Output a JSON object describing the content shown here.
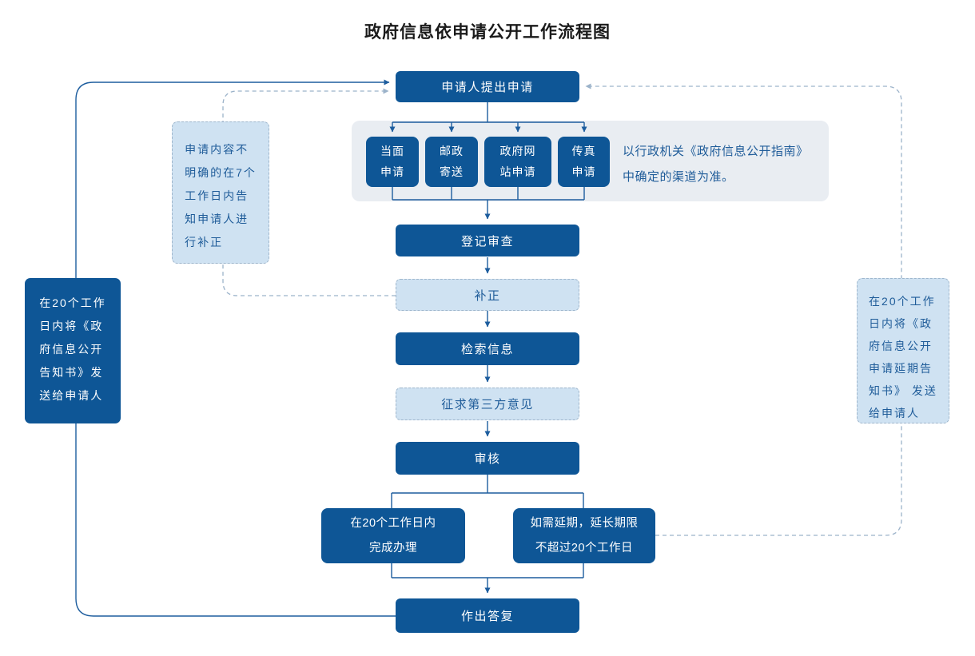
{
  "title": "政府信息依申请公开工作流程图",
  "colors": {
    "node_fill": "#0e5696",
    "node_text": "#ffffff",
    "soft_fill": "#cfe2f2",
    "soft_border": "#9fb6cc",
    "soft_text": "#1f5c99",
    "group_fill": "#e9edf2",
    "solid_line": "#1d5d9e",
    "dashed_line": "#9cb3ca"
  },
  "nodes": {
    "apply": "申请人提出申请",
    "register": "登记审查",
    "correction": "补正",
    "search": "检索信息",
    "third_party": "征求第三方意见",
    "review": "审核",
    "reply": "作出答复",
    "complete": [
      "在20个工作日内",
      "完成办理"
    ],
    "extend": [
      "如需延期，延长期限",
      "不超过20个工作日"
    ],
    "channels": [
      [
        "当面",
        "申请"
      ],
      [
        "邮政",
        "寄送"
      ],
      [
        "政府网",
        "站申请"
      ],
      [
        "传真",
        "申请"
      ]
    ],
    "channels_note": [
      "以行政机关《政府信息公开指南》",
      "中确定的渠道为准。"
    ],
    "left_correction_note": [
      "申请内容不",
      "明确的在7个",
      "工作日内告",
      "知申请人进",
      "行补正"
    ],
    "left_notice": [
      "在20个工作",
      "日内将《政",
      "府信息公开",
      "告知书》发",
      "送给申请人"
    ],
    "right_extension_note": [
      "在20个工作",
      "日内将《政",
      "府信息公开",
      "申请延期告",
      "知书》 发送",
      "给申请人"
    ]
  }
}
